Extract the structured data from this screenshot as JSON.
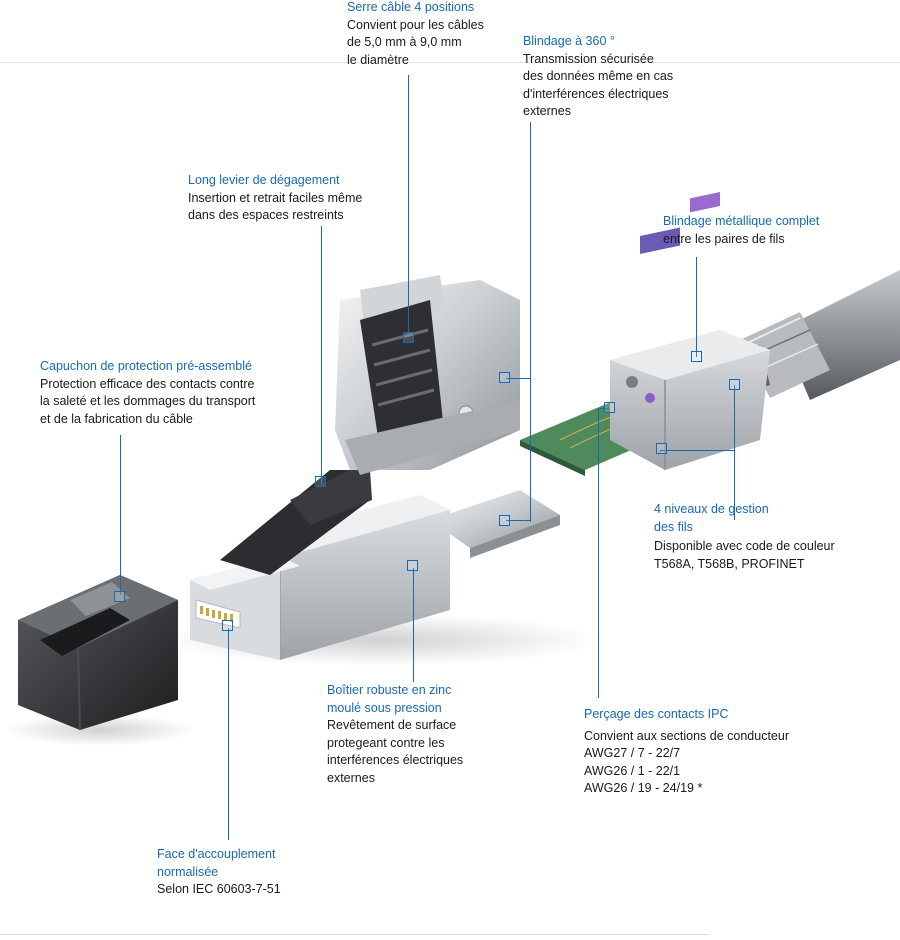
{
  "callouts": {
    "serre_cable": {
      "title": "Serre câble 4 positions",
      "lines": [
        "Convient pour les câbles",
        "de 5,0 mm à 9,0 mm",
        "le diamètre"
      ]
    },
    "blindage_360": {
      "title": "Blindage à 360 °",
      "lines": [
        "Transmission sécurisée",
        "des données même en cas",
        "d'interférences électriques",
        "externes"
      ]
    },
    "long_levier": {
      "title": "Long levier de dégagement",
      "lines": [
        "Insertion et retrait faciles même",
        "dans des espaces restreints"
      ]
    },
    "blindage_metallique": {
      "title": "Blindage métallique complet",
      "lines": [
        "entre les paires de fils"
      ]
    },
    "capuchon": {
      "title": "Capuchon de protection pré-assemblé",
      "lines": [
        "Protection efficace des contacts contre",
        "la saleté et les dommages du transport",
        "et de la fabrication du câble"
      ]
    },
    "niveaux": {
      "title_lines": [
        "4 niveaux de gestion",
        "des fils"
      ],
      "lines": [
        "Disponible avec code de couleur",
        "T568A, T568B, PROFINET"
      ]
    },
    "boitier": {
      "title_lines": [
        "Boîtier robuste en zinc",
        "moulé sous pression"
      ],
      "lines": [
        "Revêtement de surface",
        "protegeant contre les",
        "interférences électriques",
        "externes"
      ]
    },
    "percage": {
      "title": "Perçage des contacts IPC",
      "lines": [
        "Convient aux sections de conducteur",
        "AWG27 / 7 - 22/7",
        "AWG26 / 1 - 22/1",
        "AWG26 / 19 - 24/19 *"
      ]
    },
    "face": {
      "title_lines": [
        "Face d'accouplement",
        "normalisée"
      ],
      "lines": [
        "Selon IEC 60603-7-51"
      ]
    }
  },
  "colors": {
    "accent": "#1769b3",
    "text": "#1a1a1a",
    "metal": "#c9cdd1",
    "dark_plastic": "#2e2f31",
    "pcb": "#3f7a4f",
    "cable": "#8d9096"
  }
}
